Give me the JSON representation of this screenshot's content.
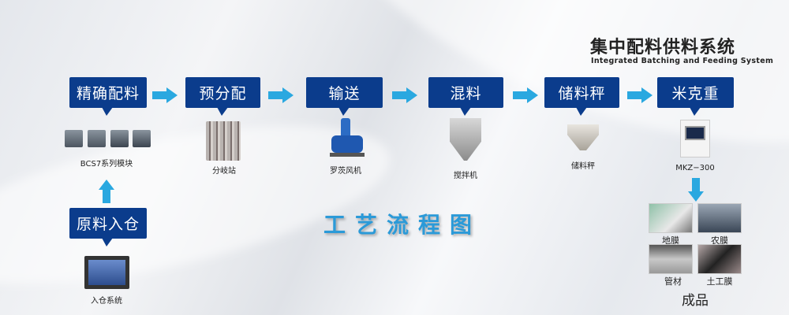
{
  "header": {
    "title": "集中配料供料系统",
    "subtitle": "Integrated Batching and Feeding System"
  },
  "flow_title": "工艺流程图",
  "steps": [
    {
      "label": "精确配料",
      "device": "BCS7系列模块"
    },
    {
      "label": "预分配",
      "device": "分岐站"
    },
    {
      "label": "输送",
      "device": "罗茨风机"
    },
    {
      "label": "混料",
      "device": "搅拌机"
    },
    {
      "label": "储料秤",
      "device": "储料秤"
    },
    {
      "label": "米克重",
      "device": "MKZ−300"
    }
  ],
  "input_step": {
    "label": "原料入仓",
    "device": "入仓系统"
  },
  "products": {
    "title": "成品",
    "items": [
      "地膜",
      "农膜",
      "管材",
      "土工膜"
    ]
  },
  "colors": {
    "box": "#0b3c8c",
    "arrow": "#2aa8e0",
    "flow_title": "#2b9ad8"
  }
}
